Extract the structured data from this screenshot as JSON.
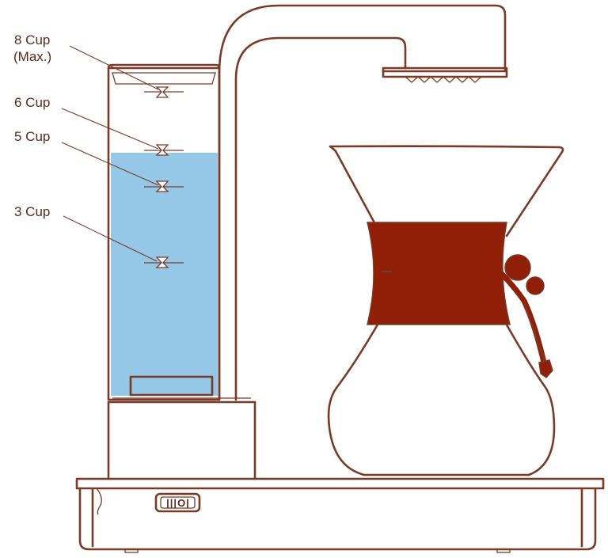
{
  "labels": {
    "cup8": "8 Cup",
    "cup8_note": "(Max.)",
    "cup6": "6 Cup",
    "cup5": "5 Cup",
    "cup3": "3 Cup"
  },
  "switch": {
    "symbols": "|||O|"
  },
  "colors": {
    "outline": "#7a3a28",
    "water": "#95c7e6",
    "collar": "#8f1f07",
    "background": "#ffffff"
  },
  "icons": [
    "reservoir",
    "water",
    "spout-arm",
    "shower-head",
    "carafe",
    "wood-collar",
    "leather-tie",
    "power-switch-icon"
  ]
}
